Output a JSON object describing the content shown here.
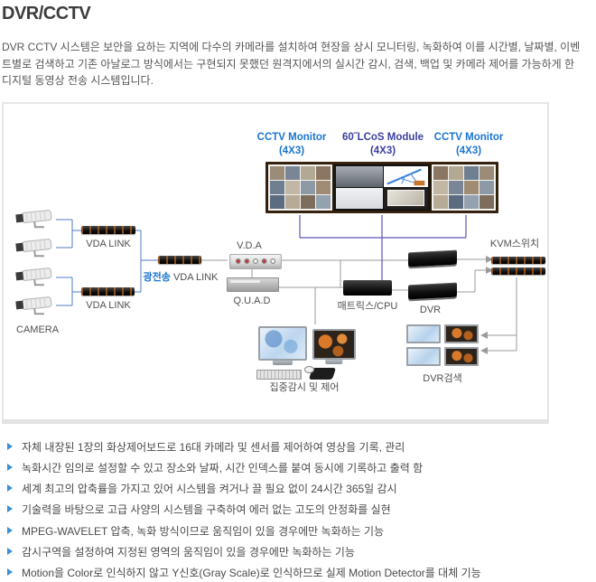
{
  "page": {
    "title": "DVR/CCTV",
    "intro": "DVR CCTV 시스템은 보안을 요하는 지역에 다수의 카메라를 설치하여 현장을 상시 모니터링, 녹화하여 이를 시간별, 날짜별, 이벤트별로 검색하고 기존 아날로그 방식에서는 구현되지 못했던 원격지에서의 실시간 감시, 검색, 백업 및 카메라 제어를 가능하게 한 디지털 동영상 전송 시스템입니다."
  },
  "diagram": {
    "wall_labels": {
      "left": {
        "line1": "CCTV Monitor",
        "line2": "(4X3)"
      },
      "center": {
        "line1": "60˝LCoS Module",
        "line2": "(4X3)"
      },
      "right": {
        "line1": "CCTV Monitor",
        "line2": "(4X3)"
      }
    },
    "labels": {
      "vda_link_top": "VDA LINK",
      "vda_link_bottom": "VDA LINK",
      "optical_blue": "광전송",
      "optical_rest": " VDA LINK",
      "camera": "CAMERA",
      "vda": "V.D.A",
      "quad": "Q.U.A.D",
      "matrix": "매트릭스/CPU",
      "dvr": "DVR",
      "kvm": "KVM스위치",
      "monitoring": "집중감시 및 제어",
      "dvr_search": "DVR검색"
    },
    "colors": {
      "label_blue": "#1b75d1",
      "label_purple": "#3c3f9e",
      "line_blue": "#4f7cc0",
      "line_purple": "#5a54b8",
      "line_gray": "#9b9b9b",
      "bullet_blue": "#3a8fd6"
    },
    "wall": {
      "left_palette": [
        "#9b8c7a",
        "#7a8696",
        "#b3a894",
        "#8a7663",
        "#6f7f92",
        "#c2b6a4",
        "#8d9aa6",
        "#a08b74",
        "#5c6c80",
        "#b8ab96",
        "#7d6d5c",
        "#94a2b0"
      ],
      "right_palette": [
        "#8a7663",
        "#b3a894",
        "#6f7f92",
        "#9b8c7a",
        "#c2b6a4",
        "#7a8696",
        "#a08b74",
        "#8d9aa6",
        "#b8ab96",
        "#5c6c80",
        "#94a2b0",
        "#7d6d5c"
      ]
    }
  },
  "features": {
    "items": [
      "자체 내장된 1장의 화상제어보드로 16대 카메라 및 센서를 제어하여 영상을 기록, 관리",
      "녹화시간 임의로 설정할 수 있고 장소와 날짜, 시간 인덱스를 붙여 동시에 기록하고 출력 함",
      "세계 최고의 압축률을 가지고 있어 시스템을 켜거나 끌 필요 없이 24시간 365일 감시",
      "기술력을 바탕으로 고급 사양의 시스템을 구축하여 에러 없는 고도의 안정화를 실현",
      "MPEG-WAVELET 압축, 녹화 방식이므로 움직임이 있을 경우에만 녹화하는 기능",
      "감시구역을 설정하여 지정된 영역의 움직임이 있을 경우에만 녹화하는 기능",
      "Motion을 Color로 인식하지 않고 Y신호(Gray Scale)로 인식하므로 실제 Motion Detector를 대체 기능"
    ]
  }
}
